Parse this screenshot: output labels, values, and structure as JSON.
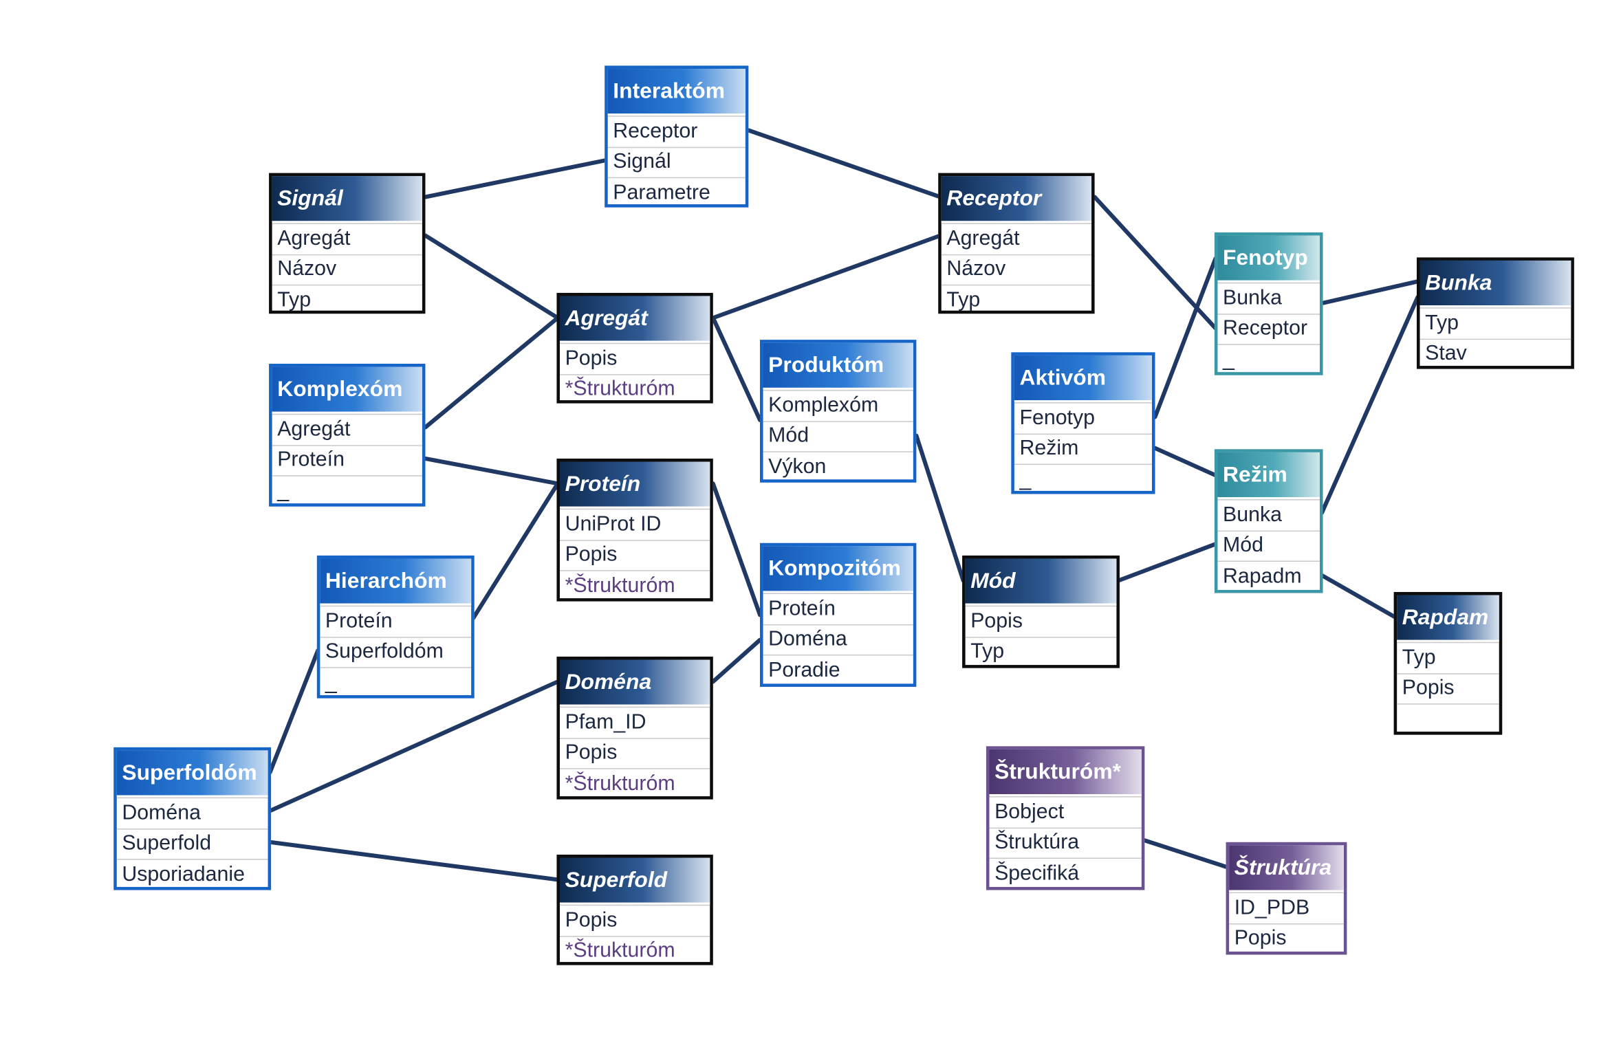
{
  "entities": {
    "interaktom": {
      "title": "Interaktóm",
      "fields": [
        "Receptor",
        "Signál",
        "Parametre"
      ]
    },
    "signal": {
      "title": "Signál",
      "fields": [
        "Agregát",
        "Názov",
        "Typ"
      ]
    },
    "receptor": {
      "title": "Receptor",
      "fields": [
        "Agregát",
        "Názov",
        "Typ"
      ]
    },
    "agregat": {
      "title": "Agregát",
      "fields": [
        "Popis",
        "*Štrukturóm"
      ]
    },
    "komplexom": {
      "title": "Komplexóm",
      "fields": [
        "Agregát",
        "Proteín",
        "_"
      ]
    },
    "produktom": {
      "title": "Produktóm",
      "fields": [
        "Komplexóm",
        "Mód",
        "Výkon"
      ]
    },
    "fenotyp": {
      "title": "Fenotyp",
      "fields": [
        "Bunka",
        "Receptor",
        "_"
      ]
    },
    "bunka": {
      "title": "Bunka",
      "fields": [
        "Typ",
        "Stav"
      ]
    },
    "aktivom": {
      "title": "Aktivóm",
      "fields": [
        "Fenotyp",
        "Režim",
        "_"
      ]
    },
    "protein": {
      "title": "Proteín",
      "fields": [
        "UniProt ID",
        "Popis",
        "*Štrukturóm"
      ]
    },
    "rezim": {
      "title": "Režim",
      "fields": [
        "Bunka",
        "Mód",
        "Rapadm"
      ]
    },
    "hierarchom": {
      "title": "Hierarchóm",
      "fields": [
        "Proteín",
        "Superfoldóm",
        "_"
      ]
    },
    "kompozitom": {
      "title": "Kompozitóm",
      "fields": [
        "Proteín",
        "Doména",
        "Poradie"
      ]
    },
    "mod": {
      "title": "Mód",
      "fields": [
        "Popis",
        "Typ"
      ]
    },
    "rapdam": {
      "title": "Rapdam",
      "fields": [
        "Typ",
        "Popis",
        ""
      ]
    },
    "domena": {
      "title": "Doména",
      "fields": [
        "Pfam_ID",
        "Popis",
        "*Štrukturóm"
      ]
    },
    "superfoldom": {
      "title": "Superfoldóm",
      "fields": [
        "Doména",
        "Superfold",
        "Usporiadanie"
      ]
    },
    "strukturom": {
      "title": "Štrukturóm*",
      "fields": [
        "Bobject",
        "Štruktúra",
        "Špecifiká"
      ]
    },
    "struktura": {
      "title": "Štruktúra",
      "fields": [
        "ID_PDB",
        "Popis"
      ]
    },
    "superfold": {
      "title": "Superfold",
      "fields": [
        "Popis",
        "*Štrukturóm"
      ]
    }
  },
  "relations": [
    [
      "signal",
      "interaktom"
    ],
    [
      "interaktom",
      "receptor"
    ],
    [
      "signal",
      "agregat"
    ],
    [
      "receptor",
      "agregat"
    ],
    [
      "komplexom",
      "agregat"
    ],
    [
      "agregat",
      "produktom"
    ],
    [
      "komplexom",
      "protein"
    ],
    [
      "receptor",
      "fenotyp"
    ],
    [
      "fenotyp",
      "bunka"
    ],
    [
      "aktivom",
      "fenotyp"
    ],
    [
      "aktivom",
      "rezim"
    ],
    [
      "rezim",
      "bunka"
    ],
    [
      "rezim",
      "mod"
    ],
    [
      "rezim",
      "rapdam"
    ],
    [
      "produktom",
      "mod"
    ],
    [
      "protein",
      "hierarchom"
    ],
    [
      "protein",
      "kompozitom"
    ],
    [
      "kompozitom",
      "domena"
    ],
    [
      "hierarchom",
      "superfoldom"
    ],
    [
      "superfoldom",
      "domena"
    ],
    [
      "superfoldom",
      "superfold"
    ],
    [
      "strukturom",
      "struktura"
    ]
  ],
  "colors": {
    "line": "#1f3864",
    "blue": "#1565c8",
    "dark": "#0d0d0d",
    "teal": "#3a97a5",
    "purple": "#6b5391"
  }
}
